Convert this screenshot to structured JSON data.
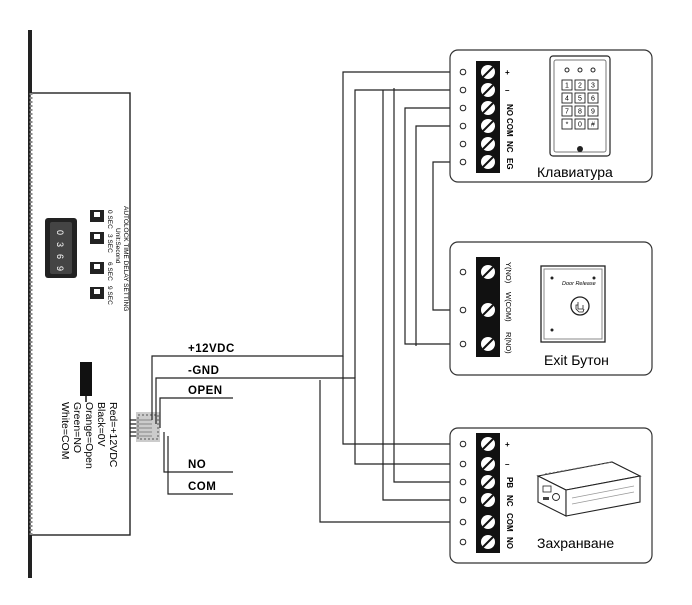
{
  "controller": {
    "dip_title": "AUTOLOCK TIME DELAY SETTING",
    "dip_unit": "Unit:Second",
    "dip_options": [
      "0 SEC",
      "3 SEC",
      "6 SEC",
      "9 SEC"
    ],
    "dial_digits": [
      "0",
      "3",
      "6",
      "9"
    ],
    "wire_legend": [
      "Red=+12VDC",
      "Black=0V",
      "Orange=Open",
      "Green=NO",
      "White=COM"
    ]
  },
  "signals": {
    "v12": "+12VDC",
    "gnd": "-GND",
    "open": "OPEN",
    "no": "NO",
    "com": "COM"
  },
  "keypad": {
    "caption": "Клавиатура",
    "terminals": [
      "+",
      "–",
      "NO",
      "COM",
      "NC",
      "EG"
    ],
    "keys": [
      "1",
      "2",
      "3",
      "4",
      "5",
      "6",
      "7",
      "8",
      "9",
      "*",
      "0",
      "#"
    ]
  },
  "exit_button": {
    "caption": "Exit Бутон",
    "terminals": [
      "Y(NO)",
      "W(COM)",
      "R(NO)"
    ],
    "plate_label": "Door Release"
  },
  "power_supply": {
    "caption": "Захранване",
    "terminals": [
      "+",
      "–",
      "PB",
      "NC",
      "COM",
      "NO"
    ]
  }
}
